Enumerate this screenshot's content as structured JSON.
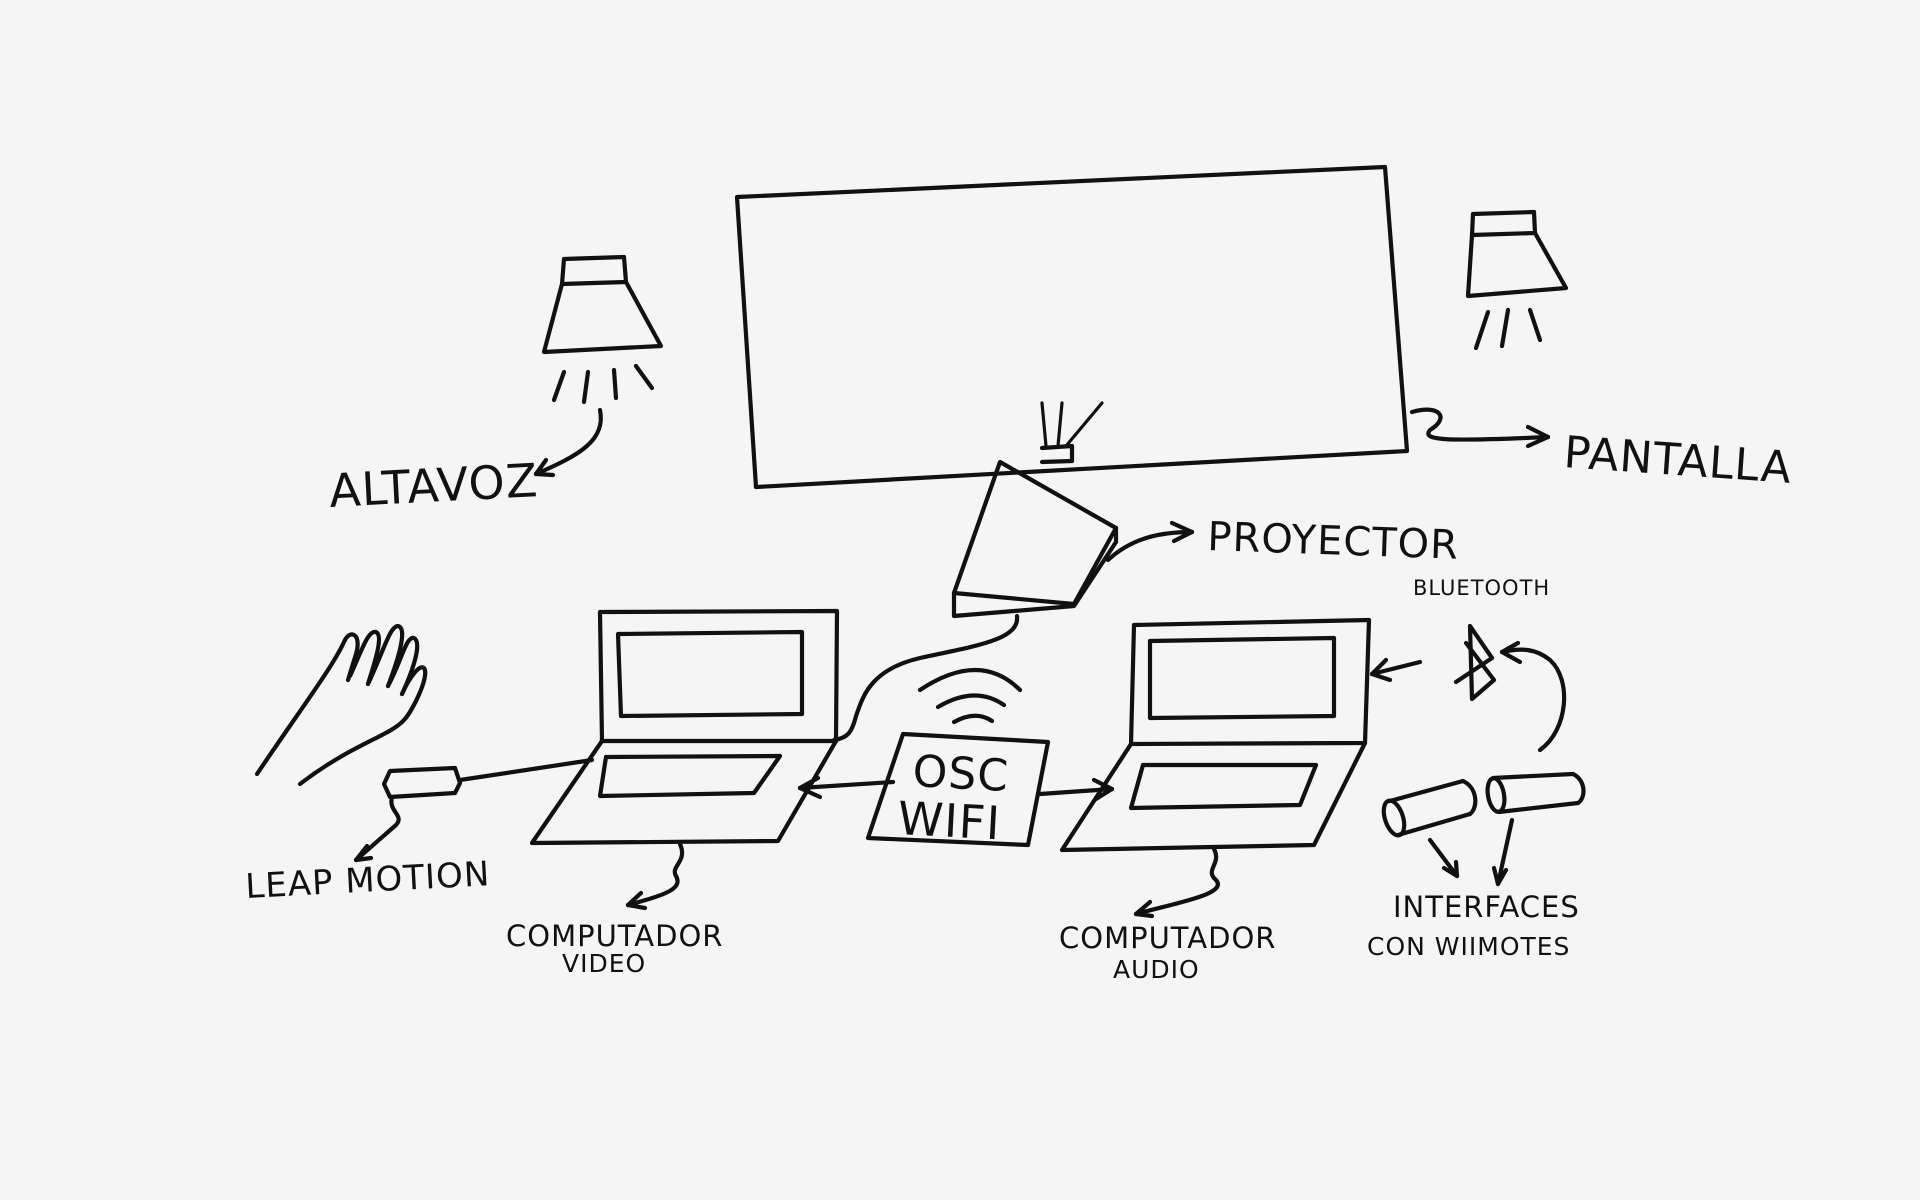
{
  "colors": {
    "background": "#f5f5f5",
    "ink": "#111111"
  },
  "labels": {
    "altavoz": "ALTAVOZ",
    "pantalla": "PANTALLA",
    "proyector": "PROYECTOR",
    "bluetooth": "BLUETOOTH",
    "osc": "OSC",
    "wifi": "WIFI",
    "leap_motion": "LEAP MOTION",
    "computador_video_line1": "COMPUTADOR",
    "computador_video_line2": "VIDEO",
    "computador_audio_line1": "COMPUTADOR",
    "computador_audio_line2": "AUDIO",
    "interfaces_line1": "INTERFACES",
    "interfaces_line2": "CON WIIMOTES"
  },
  "icons": {
    "speaker": "speaker-icon",
    "bluetooth": "bluetooth-icon",
    "wifi": "wifi-icon",
    "hand": "hand-icon"
  }
}
